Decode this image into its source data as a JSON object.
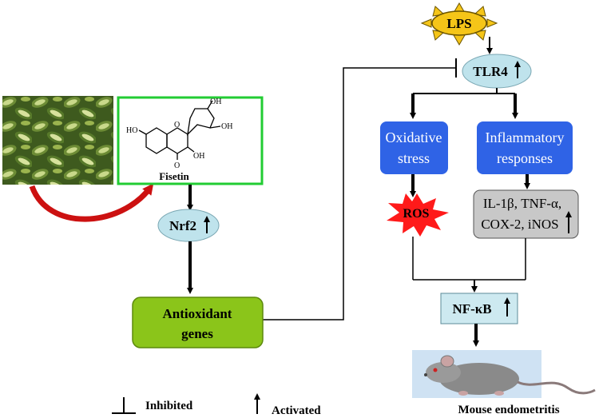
{
  "nodes": {
    "lps": "LPS",
    "tlr4": "TLR4",
    "oxidative_line1": "Oxidative",
    "oxidative_line2": "stress",
    "inflammatory_line1": "Inflammatory",
    "inflammatory_line2": "responses",
    "ros": "ROS",
    "cytokines_line1": "IL-1β, TNF-α,",
    "cytokines_line2": "COX-2, iNOS",
    "nfkb": "NF-κB",
    "nrf2": "Nrf2",
    "antioxidant_line1": "Antioxidant",
    "antioxidant_line2": "genes",
    "fisetin_label": "Fisetin",
    "mouse_label": "Mouse endometritis",
    "fisetin_atoms": {
      "oh_top1": "OH",
      "oh_top2": "OH",
      "ho_left": "HO",
      "oh_bottom": "OH",
      "o_ring": "O",
      "o_carbonyl": "O"
    }
  },
  "legend": {
    "inhibited": "Inhibited",
    "activated": "Activated"
  },
  "colors": {
    "lps_sun": "#f5c518",
    "lps_outline": "#6b5400",
    "teal_ellipse": "#bfe3ec",
    "blue_box": "#2f63e6",
    "ros_burst": "#ff1a1a",
    "gray_box": "#c8c8c8",
    "nfkb_box": "#cde9f0",
    "antioxidant_box": "#8bc51a",
    "fisetin_border": "#22cc33",
    "curved_arrow": "#cc1111",
    "plant_dark": "#3e5a1e",
    "plant_light": "#c9d98a"
  }
}
